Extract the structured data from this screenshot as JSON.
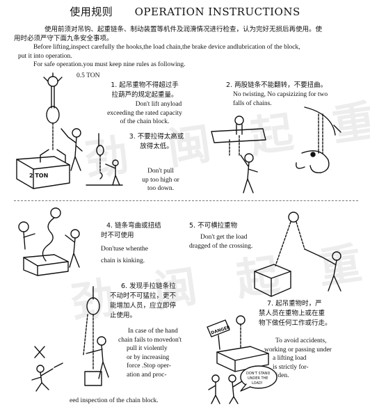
{
  "header": {
    "title_cn": "使用规则",
    "title_en": "OPERATION INSTRUCTIONS"
  },
  "intro": {
    "cn_line1": "使用前须对吊钩、起重链条、制动装置等机件及润滑情况进行检查，认为完好无损后再使用。使",
    "cn_line2": "用时必须严守下面九条安全事项。",
    "en_line1": "Before lifting,inspect carefully the hooks,the load chain,the brake device andlubrication of the block,",
    "en_line2": "put it into operation.",
    "en_line3": "For safe operation.you must keep nine rules as following."
  },
  "capacity_label": "0.5 TON",
  "watermark": "劲 闽 起 重",
  "rules": {
    "r1": {
      "cn_1": "1. 起吊重物不得超过手",
      "cn_2": "拉葫芦的规定起重量。",
      "en_1": "Don't lift anyload",
      "en_2": "exceeding the rated capacity",
      "en_3": "of the chain block."
    },
    "r2": {
      "cn": "2. 两股链条不能翻转，不要扭曲。",
      "en_1": "No twisting, No capsizizing for two",
      "en_2": "falls of chains."
    },
    "r3": {
      "cn_1": "3. 不要拉得太高或",
      "cn_2": "放得太低。",
      "en_1": "Don't pull",
      "en_2": "up too high or",
      "en_3": "too down."
    },
    "r4": {
      "cn_1": "4. 链条弯曲或扭结",
      "cn_2": "时不可使用",
      "en_1": "Don'tuse whenthe",
      "en_2": "chain is kinking."
    },
    "r5": {
      "cn": "5. 不可横拉重物",
      "en_1": "Don't get the load",
      "en_2": "dragged of the crossing."
    },
    "r6": {
      "cn_1": "6. 发现手拉链条拉",
      "cn_2": "不动时不可猛拉，更不",
      "cn_3": "能增加人员，应立即停",
      "cn_4": "止使用。",
      "en_1": "In case of the hand",
      "en_2": "chain fails to movedon't",
      "en_3": "pull it violently",
      "en_4": "or by increasing",
      "en_5": "force .Stop oper-",
      "en_6": "ation and proc-",
      "en_7": "eed inspection of the chain block."
    },
    "r7": {
      "cn_1": "7. 起吊重物时，严",
      "cn_2": "禁人员在重物上或在重",
      "cn_3": "物下做任何工作或行走。",
      "en_1": "To avoid accidents,",
      "en_2": "working or passing under",
      "en_3": "a lifting load",
      "en_4": "is strictly for-",
      "en_5": "biden."
    }
  },
  "figure_text": {
    "box_label": "2 TON",
    "danger_sign": "DANGER",
    "speech_bubble": "DON'T STAND UNDER THE LOAD!"
  }
}
